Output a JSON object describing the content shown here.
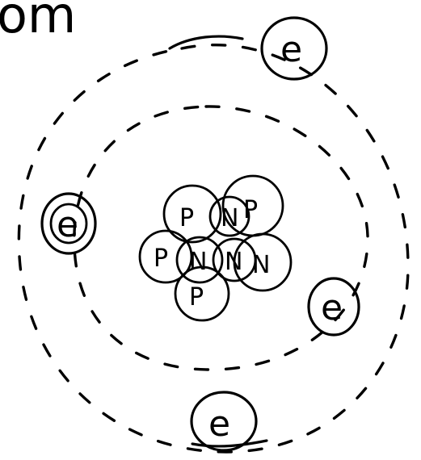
{
  "title": "om",
  "electron_label": "e",
  "proton_label": "P",
  "neutron_label": "N",
  "colors": {
    "ink": "#000000",
    "background": "#ffffff"
  }
}
